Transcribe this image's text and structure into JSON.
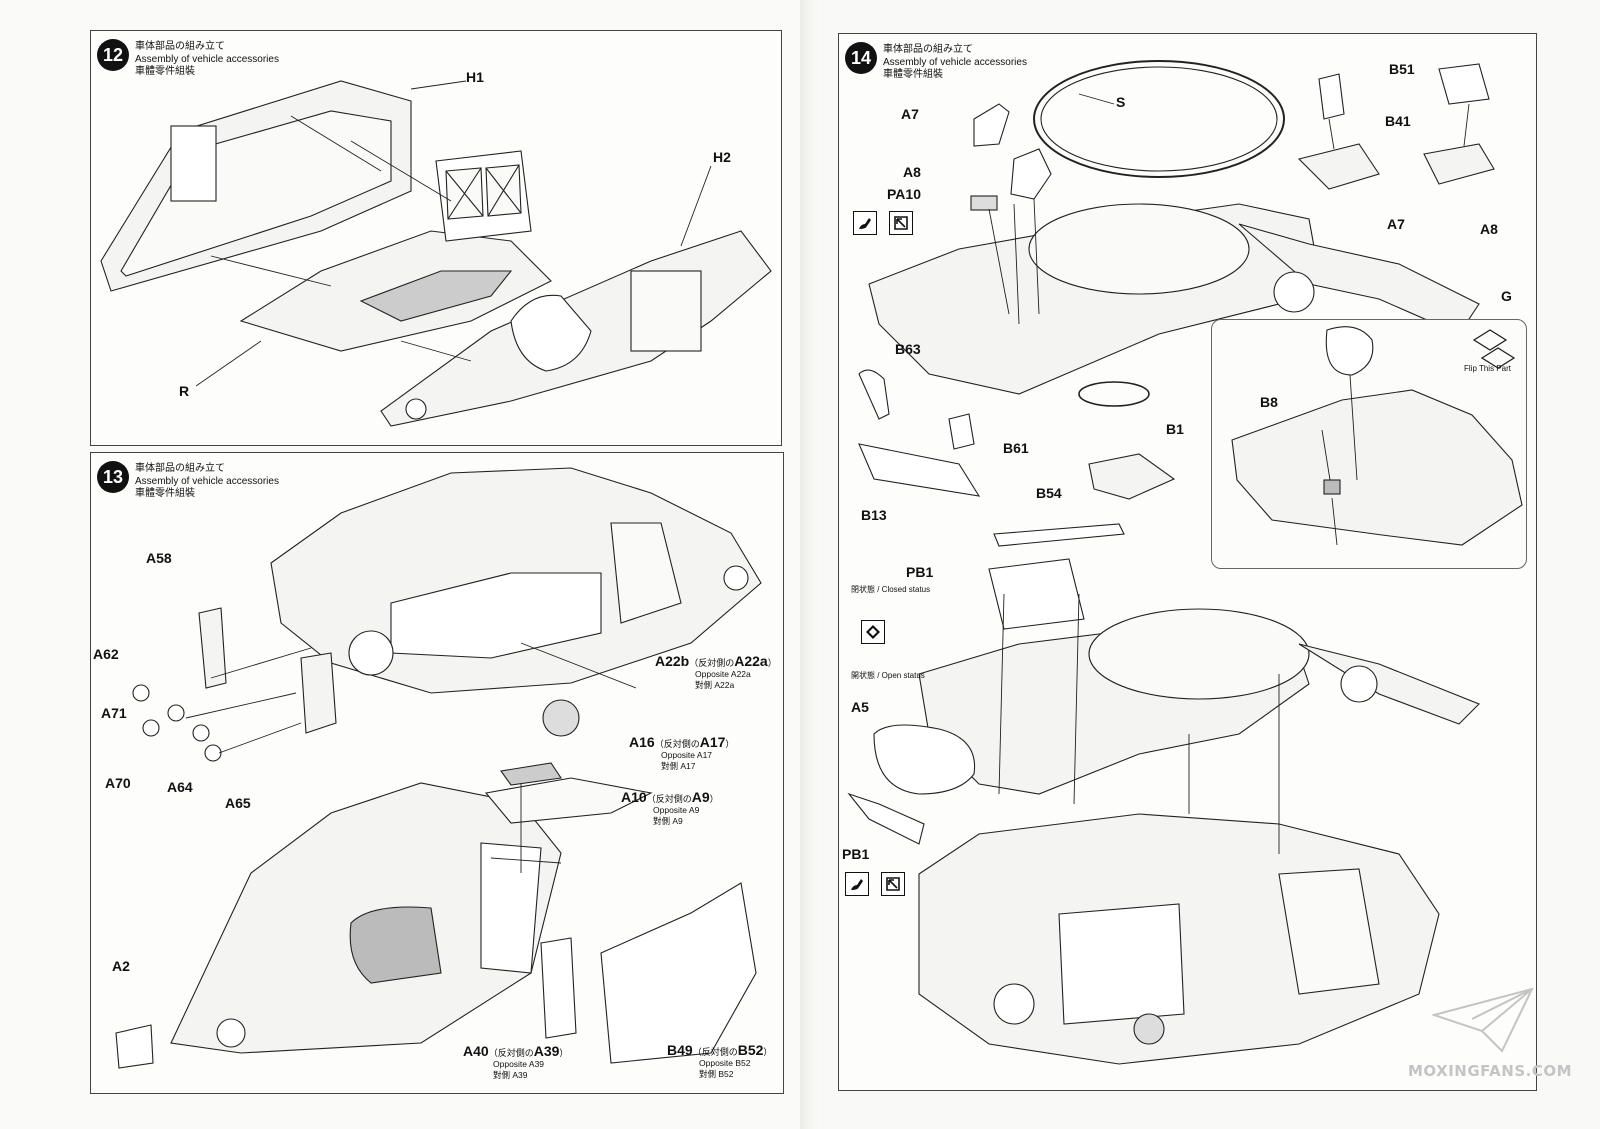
{
  "steps": [
    {
      "number": "12",
      "title_ja": "車体部品の組み立て",
      "title_en": "Assembly of vehicle accessories",
      "title_zh": "車體零件組裝"
    },
    {
      "number": "13",
      "title_ja": "車体部品の組み立て",
      "title_en": "Assembly of vehicle accessories",
      "title_zh": "車體零件組裝"
    },
    {
      "number": "14",
      "title_ja": "車体部品の組み立て",
      "title_en": "Assembly of vehicle accessories",
      "title_zh": "車體零件組裝"
    }
  ],
  "step12_parts": {
    "h1": "H1",
    "h2": "H2",
    "r": "R"
  },
  "step13_parts": {
    "a58": "A58",
    "a62": "A62",
    "a71": "A71",
    "a70": "A70",
    "a64": "A64",
    "a65": "A65",
    "a22b": "A22b",
    "a22b_note_open": "（反対側の",
    "a22b_big": "A22a",
    "a22b_note_close": "）",
    "a22b_opp": "Opposite A22a",
    "a22b_opp_zh": "對側 A22a",
    "a16": "A16",
    "a16_note_open": "（反対側の",
    "a16_big": "A17",
    "a16_note_close": "）",
    "a16_opp": "Opposite A17",
    "a16_opp_zh": "對側 A17",
    "a10": "A10",
    "a10_note_open": "（反対側の",
    "a10_big": "A9",
    "a10_note_close": "）",
    "a10_opp": "Opposite A9",
    "a10_opp_zh": "對側 A9",
    "a2": "A2",
    "a40": "A40",
    "a40_note_open": "（反対側の",
    "a40_big": "A39",
    "a40_note_close": "）",
    "a40_opp": "Opposite A39",
    "a40_opp_zh": "對側 A39",
    "b49": "B49",
    "b49_note_open": "（反対側の",
    "b49_big": "B52",
    "b49_note_close": "）",
    "b49_opp": "Opposite B52",
    "b49_opp_zh": "對側 B52"
  },
  "step14_parts": {
    "a7": "A7",
    "a8": "A8",
    "pa10": "PA10",
    "s": "S",
    "b51": "B51",
    "b41": "B41",
    "a7b": "A7",
    "a8b": "A8",
    "g": "G",
    "b63": "B63",
    "b61": "B61",
    "b13": "B13",
    "b1": "B1",
    "b54": "B54",
    "b8": "B8",
    "flip": "Flip This Part",
    "pb1": "PB1",
    "closed_status": "閉状態 / Closed status",
    "open_status": "開状態 / Open status",
    "a5": "A5",
    "pb1b": "PB1"
  },
  "watermark": "MOXINGFANS.COM",
  "colors": {
    "ink": "#111111",
    "frame": "#444444",
    "paper": "#fafaf8"
  }
}
